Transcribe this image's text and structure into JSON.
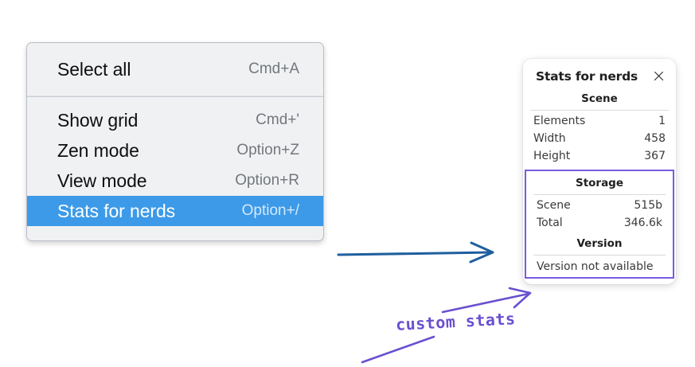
{
  "colors": {
    "menu_background": "#f0f1f3",
    "menu_border": "#b9bec6",
    "highlight_blue": "#3c9ae8",
    "arrow_blue": "#1f5f9e",
    "annotation_purple": "#6a4fd0",
    "custom_box_purple": "#7b5ae0",
    "page_background": "#ffffff"
  },
  "context_menu": {
    "groups": [
      {
        "items": [
          {
            "label": "Select all",
            "shortcut": "Cmd+A",
            "highlighted": false
          }
        ]
      },
      {
        "items": [
          {
            "label": "Show grid",
            "shortcut": "Cmd+'",
            "highlighted": false
          },
          {
            "label": "Zen mode",
            "shortcut": "Option+Z",
            "highlighted": false
          },
          {
            "label": "View mode",
            "shortcut": "Option+R",
            "highlighted": false
          },
          {
            "label": "Stats for nerds",
            "shortcut": "Option+/",
            "highlighted": true
          }
        ]
      }
    ]
  },
  "stats_panel": {
    "title": "Stats for nerds",
    "close_icon": "close-icon",
    "sections": [
      {
        "heading": "Scene",
        "rows": [
          {
            "key": "Elements",
            "value": "1"
          },
          {
            "key": "Width",
            "value": "458"
          },
          {
            "key": "Height",
            "value": "367"
          }
        ]
      },
      {
        "heading": "Storage",
        "rows": [
          {
            "key": "Scene",
            "value": "515b"
          },
          {
            "key": "Total",
            "value": "346.6k"
          }
        ]
      },
      {
        "heading": "Version",
        "note": "Version not available"
      }
    ]
  },
  "annotations": {
    "custom_stats_label": "custom stats",
    "blue_arrow": "arrow-right-icon",
    "purple_arrow": "arrow-up-right-icon"
  }
}
